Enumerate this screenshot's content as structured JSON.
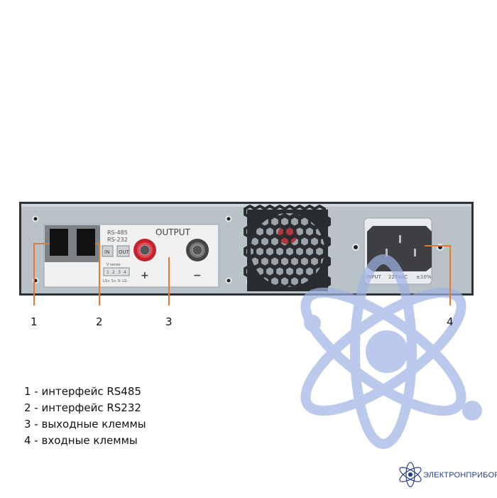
{
  "panel": {
    "port_label_top": "RS-485",
    "port_label_bottom": "RS-232",
    "in_button": "IN",
    "out_button": "OUT",
    "output_title": "OUTPUT",
    "vsense_label": "V sense",
    "vsense_pins": [
      "1",
      "2",
      "3",
      "4"
    ],
    "vsense_pin_labels": "LS+ S+ S- LS-",
    "plus": "+",
    "minus": "−",
    "input_label": "INPUT",
    "voltage_label": "220VAC",
    "tolerance_label": "±10%"
  },
  "callouts": [
    "1",
    "2",
    "3",
    "4"
  ],
  "legend": [
    "1 - интерфейс RS485",
    "2 - интерфейс RS232",
    "3 - выходные клеммы",
    "4 - входные клеммы"
  ],
  "brand": "ЭЛЕКТРОНПРИБОР",
  "colors": {
    "callout": "#e8782a",
    "panel": "#b8c2c7",
    "watermark": "#9fb3e6"
  }
}
